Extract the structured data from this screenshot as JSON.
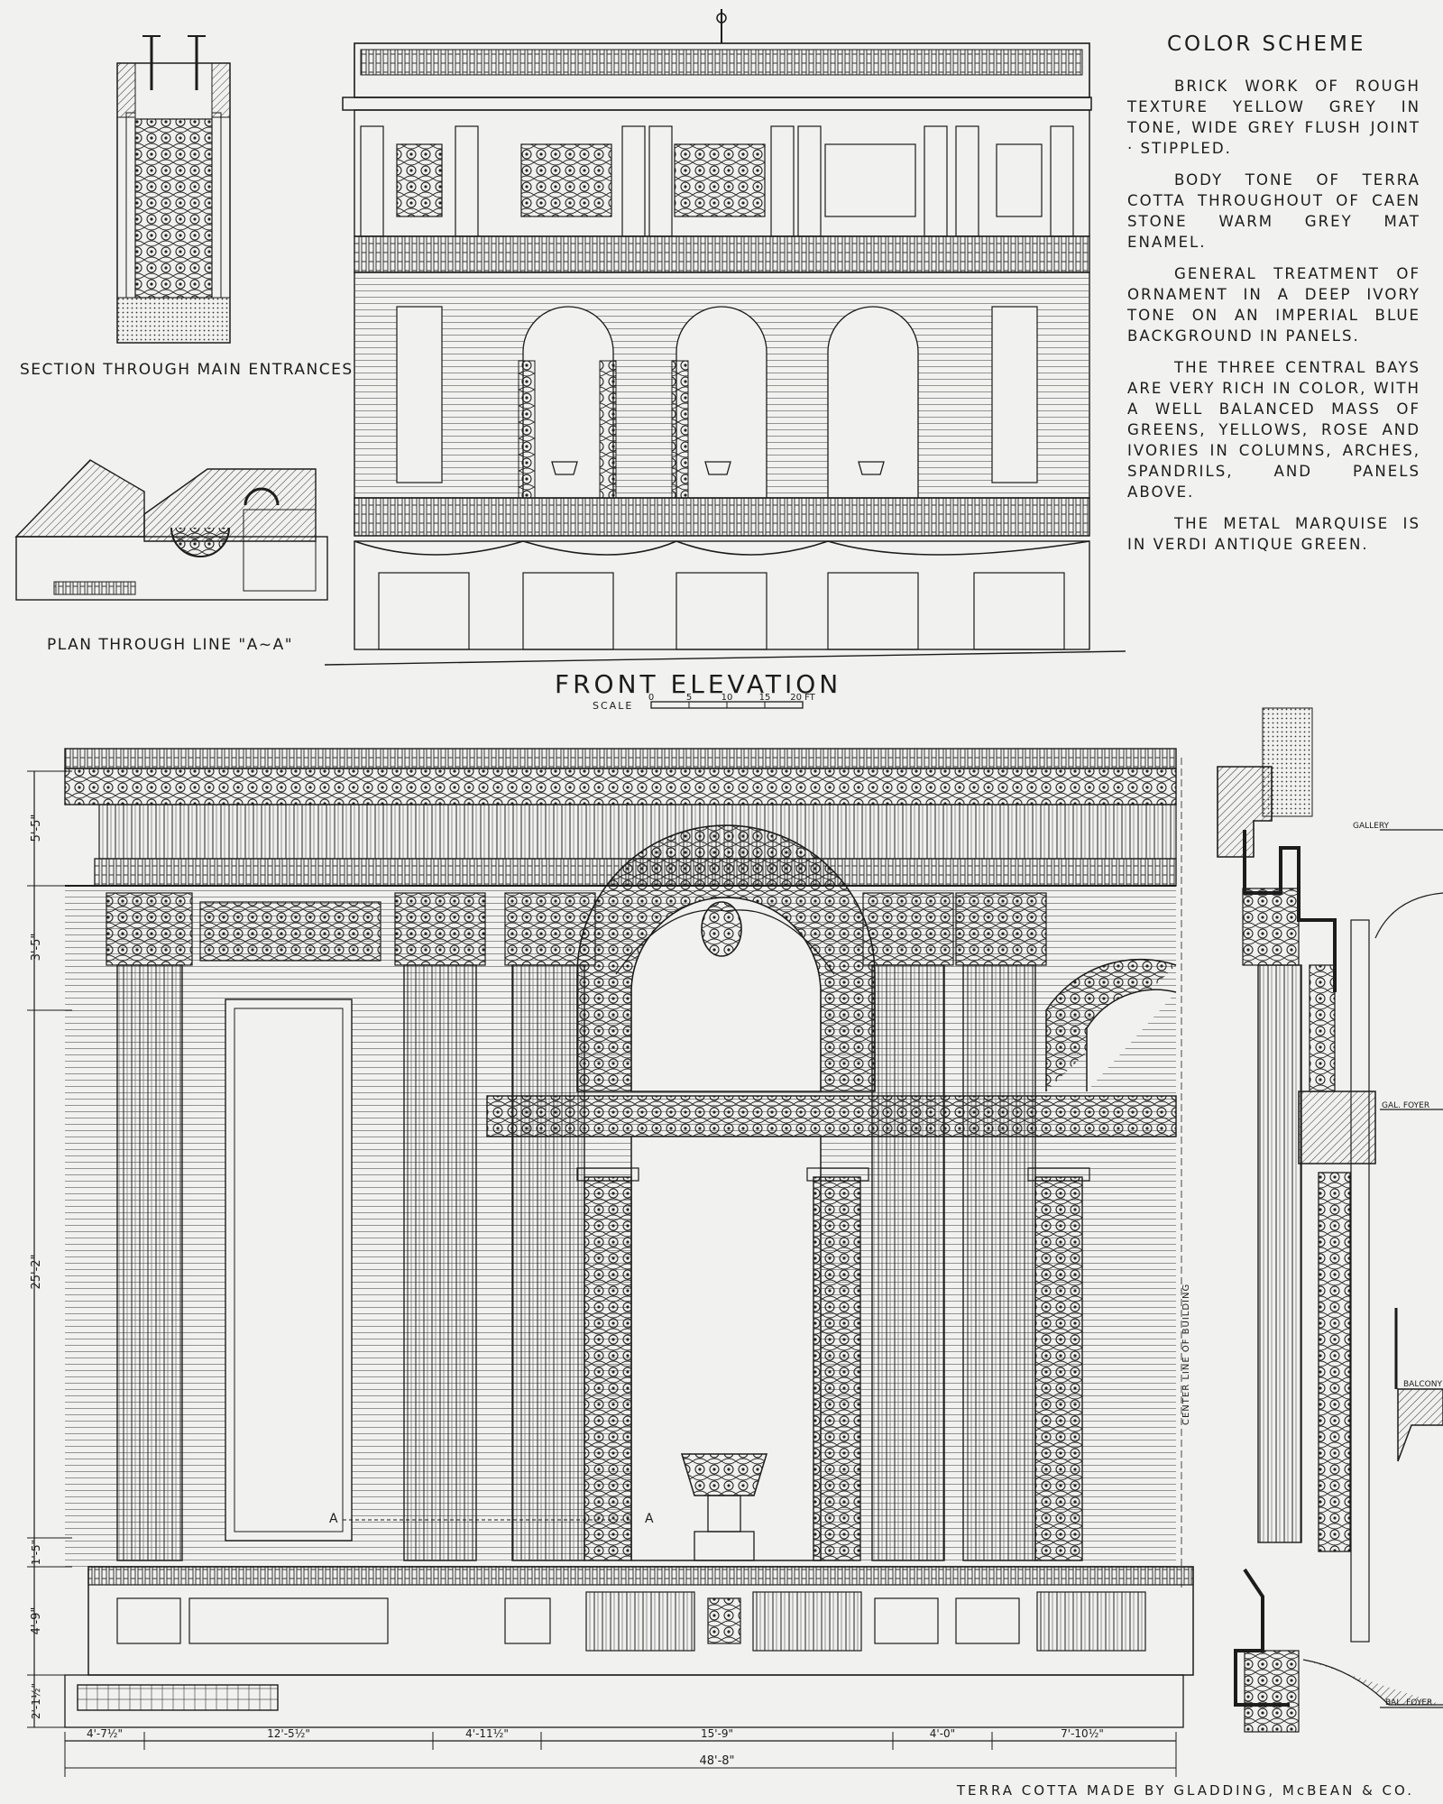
{
  "color_scheme": {
    "title": "COLOR SCHEME",
    "paragraphs": [
      "BRICK WORK OF ROUGH TEXTURE YELLOW GREY IN TONE, WIDE GREY FLUSH JOINT · STIPPLED.",
      "BODY TONE OF TERRA COTTA THROUGHOUT OF CAEN STONE WARM GREY MAT ENAMEL.",
      "GENERAL TREATMENT OF ORNAMENT IN A DEEP IVORY TONE ON AN IMPERIAL BLUE BACKGROUND IN PANELS.",
      "THE THREE CENTRAL BAYS ARE VERY RICH IN COLOR, WITH A WELL BALANCED MASS OF GREENS, YELLOWS, ROSE AND IVORIES IN COLUMNS, ARCHES, SPANDRILS, AND PANELS ABOVE.",
      "THE METAL MARQUISE IS IN VERDI ANTIQUE GREEN."
    ]
  },
  "labels": {
    "section_entrances": "SECTION THROUGH MAIN ENTRANCES",
    "plan_line": "PLAN THROUGH LINE \"A~A\"",
    "front_elevation": "FRONT ELEVATION",
    "scale_word": "SCALE",
    "scale_ticks": [
      "0",
      "5",
      "10",
      "15",
      "20 FT"
    ],
    "marker_a": "A",
    "center_line": "CENTER LINE OF BUILDING",
    "credit": "TERRA COTTA MADE BY GLADDING, McBEAN & CO."
  },
  "section_labels": [
    "GALLERY",
    "GAL. FOYER",
    "BALCONY",
    "BAL. FOYER"
  ],
  "vertical_dimensions": [
    "5'-5\"",
    "3'-5\"",
    "25'-2\"",
    "1'-5\"",
    "4'-9\"",
    "2'-1½\""
  ],
  "horizontal_dimensions": [
    "4'-7½\"",
    "12'-5½\"",
    "4'-11½\"",
    "15'-9\"",
    "4'-0\"",
    "7'-10½\""
  ],
  "overall_width": "48'-8\""
}
